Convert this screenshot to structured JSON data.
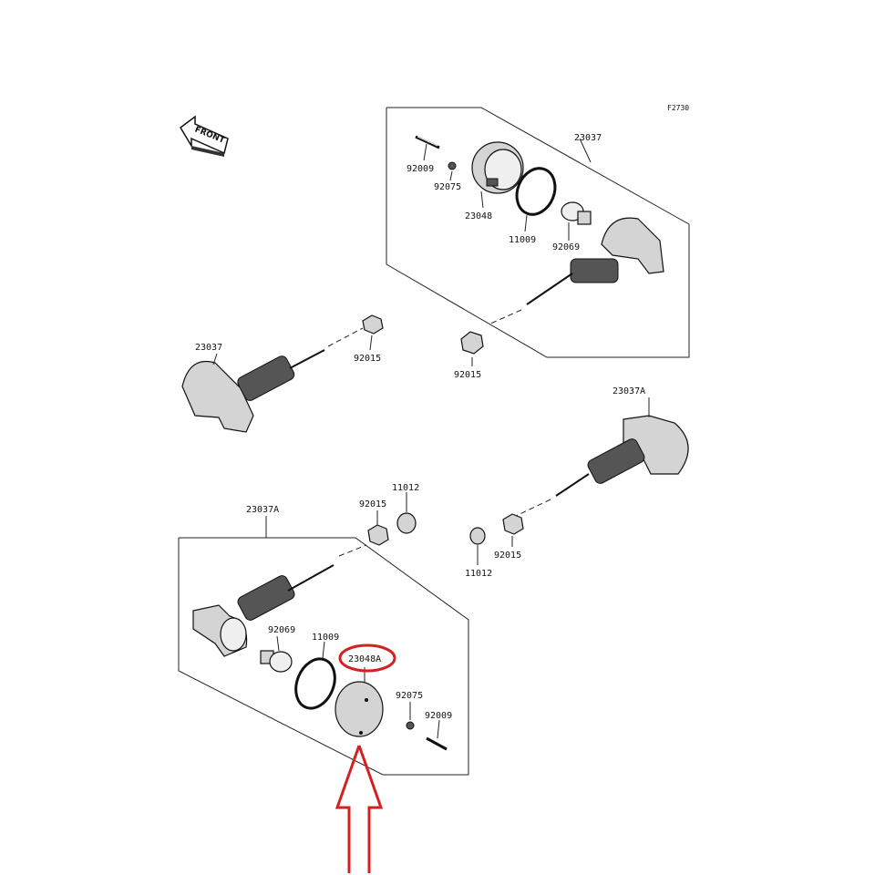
{
  "figure_code": "F2730",
  "front_label": "FRONT",
  "labels": {
    "p23037_top": "23037",
    "p92009_top": "92009",
    "p92075_top": "92075",
    "p23048_top": "23048",
    "p11009_top": "11009",
    "p92069_top": "92069",
    "p92015_topright": "92015",
    "p23037_left": "23037",
    "p92015_left": "92015",
    "p23037A_right": "23037A",
    "p92015_mid": "92015",
    "p11012_mid": "11012",
    "p92015_right": "92015",
    "p11012_right": "11012",
    "p23037A_bottom": "23037A",
    "p92069_bottom": "92069",
    "p11009_bottom": "11009",
    "p23048A_bottom": "23048A",
    "p92075_bottom": "92075",
    "p92009_bottom": "92009"
  },
  "highlight": {
    "circled_part": "23048A",
    "color": "#d42020"
  }
}
